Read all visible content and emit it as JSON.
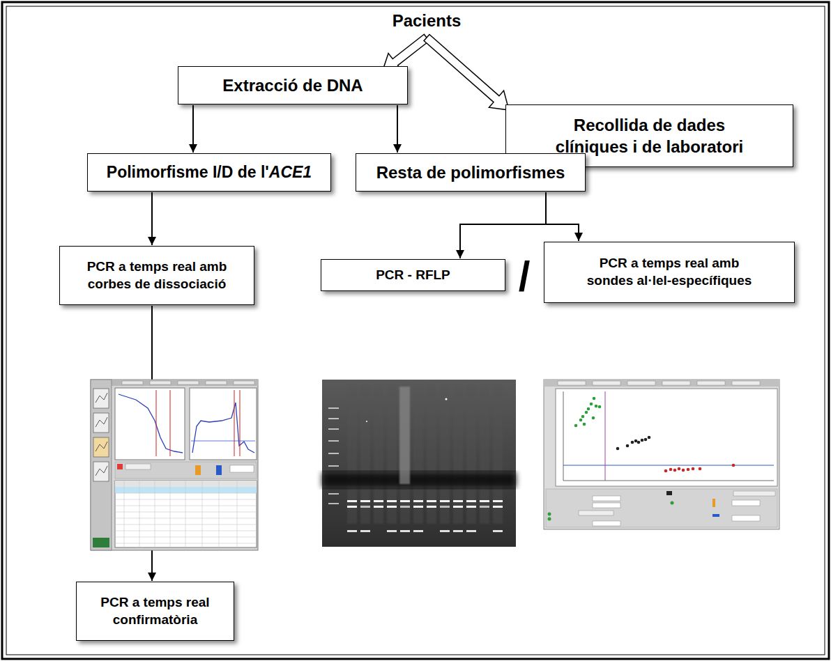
{
  "diagram": {
    "title": "Pacients",
    "nodes": [
      {
        "text": [
          "Extracció de DNA"
        ]
      },
      {
        "text": [
          "Recollida de dades clíniques i de laboratori"
        ]
      },
      {
        "text": [
          "Polimorfisme I/D de l'ACE1"
        ]
      },
      {
        "text": [
          "Resta de polimorfismes"
        ]
      },
      {
        "text": [
          "PCR a temps real amb corbes de dissociació"
        ]
      },
      {
        "text": [
          "PCR - RFLP"
        ]
      },
      {
        "text": [
          "PCR a temps real amb sondes al·lel-específiques"
        ]
      },
      {
        "text": [
          "PCR a temps real confirmatòria"
        ]
      }
    ],
    "edges": [
      {
        "from": 0,
        "to": 2,
        "arrow": "to"
      },
      {
        "from": 0,
        "to": 3,
        "arrow": "to"
      },
      {
        "from": 2,
        "to": 4,
        "arrow": "to"
      },
      {
        "from": 3,
        "to": 5,
        "arrow": "to"
      },
      {
        "from": 3,
        "to": 6,
        "arrow": "to"
      },
      {
        "from": 4,
        "to": 7,
        "arrow": "to"
      }
    ],
    "labels": [
      "/"
    ]
  }
}
